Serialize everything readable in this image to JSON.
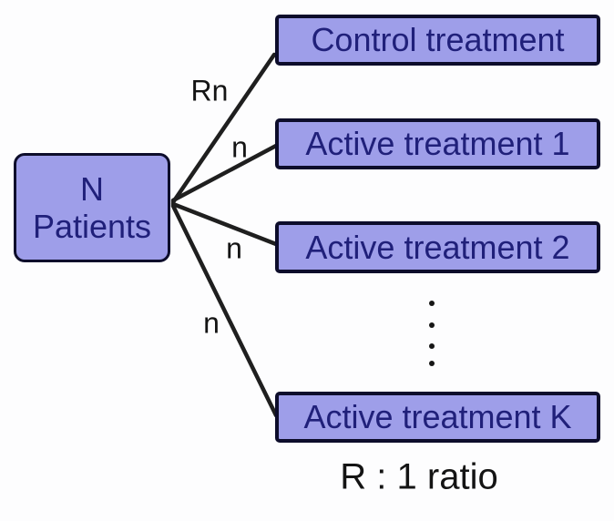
{
  "diagram": {
    "type": "randomization-allocation-flow",
    "root_node": {
      "line1": "N",
      "line2": "Patients"
    },
    "branches": [
      {
        "edge_label": "Rn",
        "node_label": "Control treatment"
      },
      {
        "edge_label": "n",
        "node_label": "Active treatment 1"
      },
      {
        "edge_label": "n",
        "node_label": "Active treatment 2"
      },
      {
        "edge_label": "n",
        "node_label": "Active treatment K"
      }
    ],
    "ellipsis": "vertical dots between Active treatment 2 and Active treatment K",
    "caption": "R : 1 ratio",
    "colors": {
      "node_fill": "#9e9ee9",
      "node_border": "#0d0d2b",
      "node_text": "#20207a",
      "edge_line": "#1f1f1f",
      "label_text": "#141414",
      "background": "#fdfdfe"
    }
  }
}
